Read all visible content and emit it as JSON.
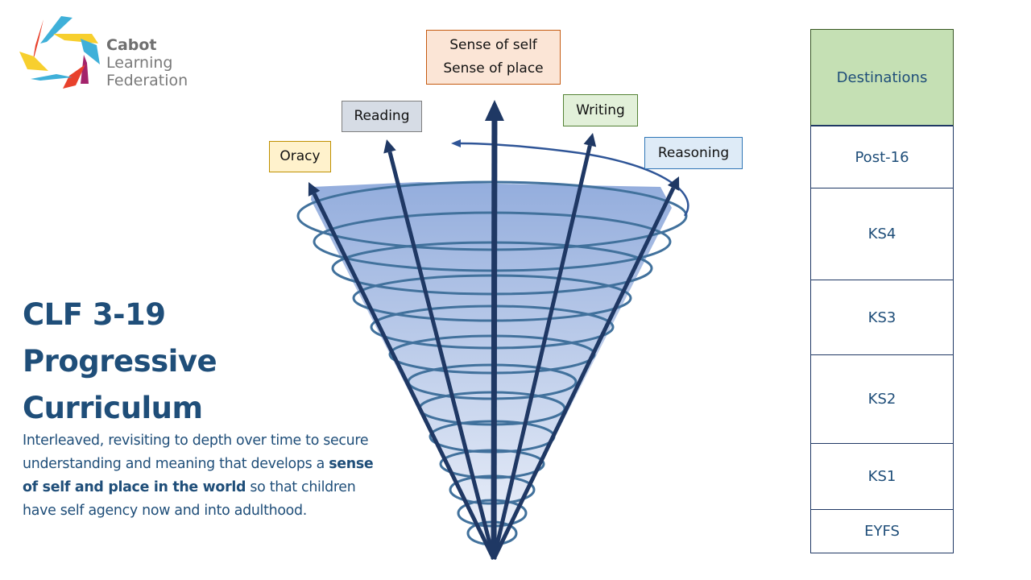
{
  "logo": {
    "name_lines": [
      "Cabot",
      "Learning",
      "Federation"
    ],
    "colors": [
      "#e8412c",
      "#3fb0d9",
      "#f7cf2e",
      "#a3236b"
    ]
  },
  "title": {
    "lines": [
      "CLF 3-19",
      "Progressive",
      "Curriculum"
    ]
  },
  "description": {
    "part1": "Interleaved, revisiting to depth over time to secure understanding and meaning that develops a ",
    "bold": "sense of self and place in the world",
    "part2": " so that children have self agency now and into adulthood."
  },
  "diagram": {
    "labels": {
      "self_line1": "Sense of self",
      "self_line2": "Sense of place",
      "reading": "Reading",
      "writing": "Writing",
      "oracy": "Oracy",
      "reasoning": "Reasoning"
    },
    "colors": {
      "arrow": "#1f3864",
      "spiral": "#41719c",
      "cone_top": "#8ea9db",
      "cone_bottom": "#eef2fa"
    },
    "spiral_turns": 12
  },
  "stages": [
    {
      "label": "Destinations"
    },
    {
      "label": "Post-16"
    },
    {
      "label": "KS4"
    },
    {
      "label": "KS3"
    },
    {
      "label": "KS2"
    },
    {
      "label": "KS1"
    },
    {
      "label": "EYFS"
    }
  ]
}
